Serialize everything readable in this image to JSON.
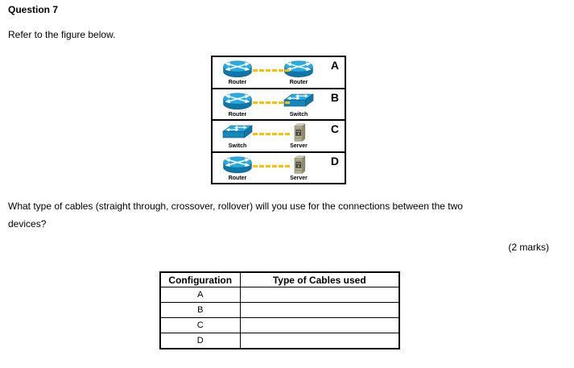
{
  "page": {
    "title": "Question 7",
    "intro": "Refer to the figure below.",
    "question_line1": "What type of cables (straight through, crossover, rollover) will you use for the connections between the two",
    "question_line2": "devices?",
    "marks": "(2 marks)"
  },
  "figure": {
    "rows": [
      {
        "label": "A",
        "left": {
          "type": "router",
          "name": "Router"
        },
        "right": {
          "type": "router",
          "name": "Router"
        }
      },
      {
        "label": "B",
        "left": {
          "type": "router",
          "name": "Router"
        },
        "right": {
          "type": "switch",
          "name": "Switch"
        }
      },
      {
        "label": "C",
        "left": {
          "type": "switch",
          "name": "Switch"
        },
        "right": {
          "type": "server",
          "name": "Server"
        }
      },
      {
        "label": "D",
        "left": {
          "type": "router",
          "name": "Router"
        },
        "right": {
          "type": "server",
          "name": "Server"
        }
      }
    ],
    "colors": {
      "cable_gold": "#FFC000",
      "device_blue_light": "#29ABE2",
      "device_blue_dark": "#0E76A8",
      "server_tan": "#B3AF92",
      "border_black": "#000000"
    }
  },
  "answer_table": {
    "headers": [
      "Configuration",
      "Type of Cables used"
    ],
    "rows": [
      {
        "configuration": "A",
        "cable_type": ""
      },
      {
        "configuration": "B",
        "cable_type": ""
      },
      {
        "configuration": "C",
        "cable_type": ""
      },
      {
        "configuration": "D",
        "cable_type": ""
      }
    ]
  }
}
